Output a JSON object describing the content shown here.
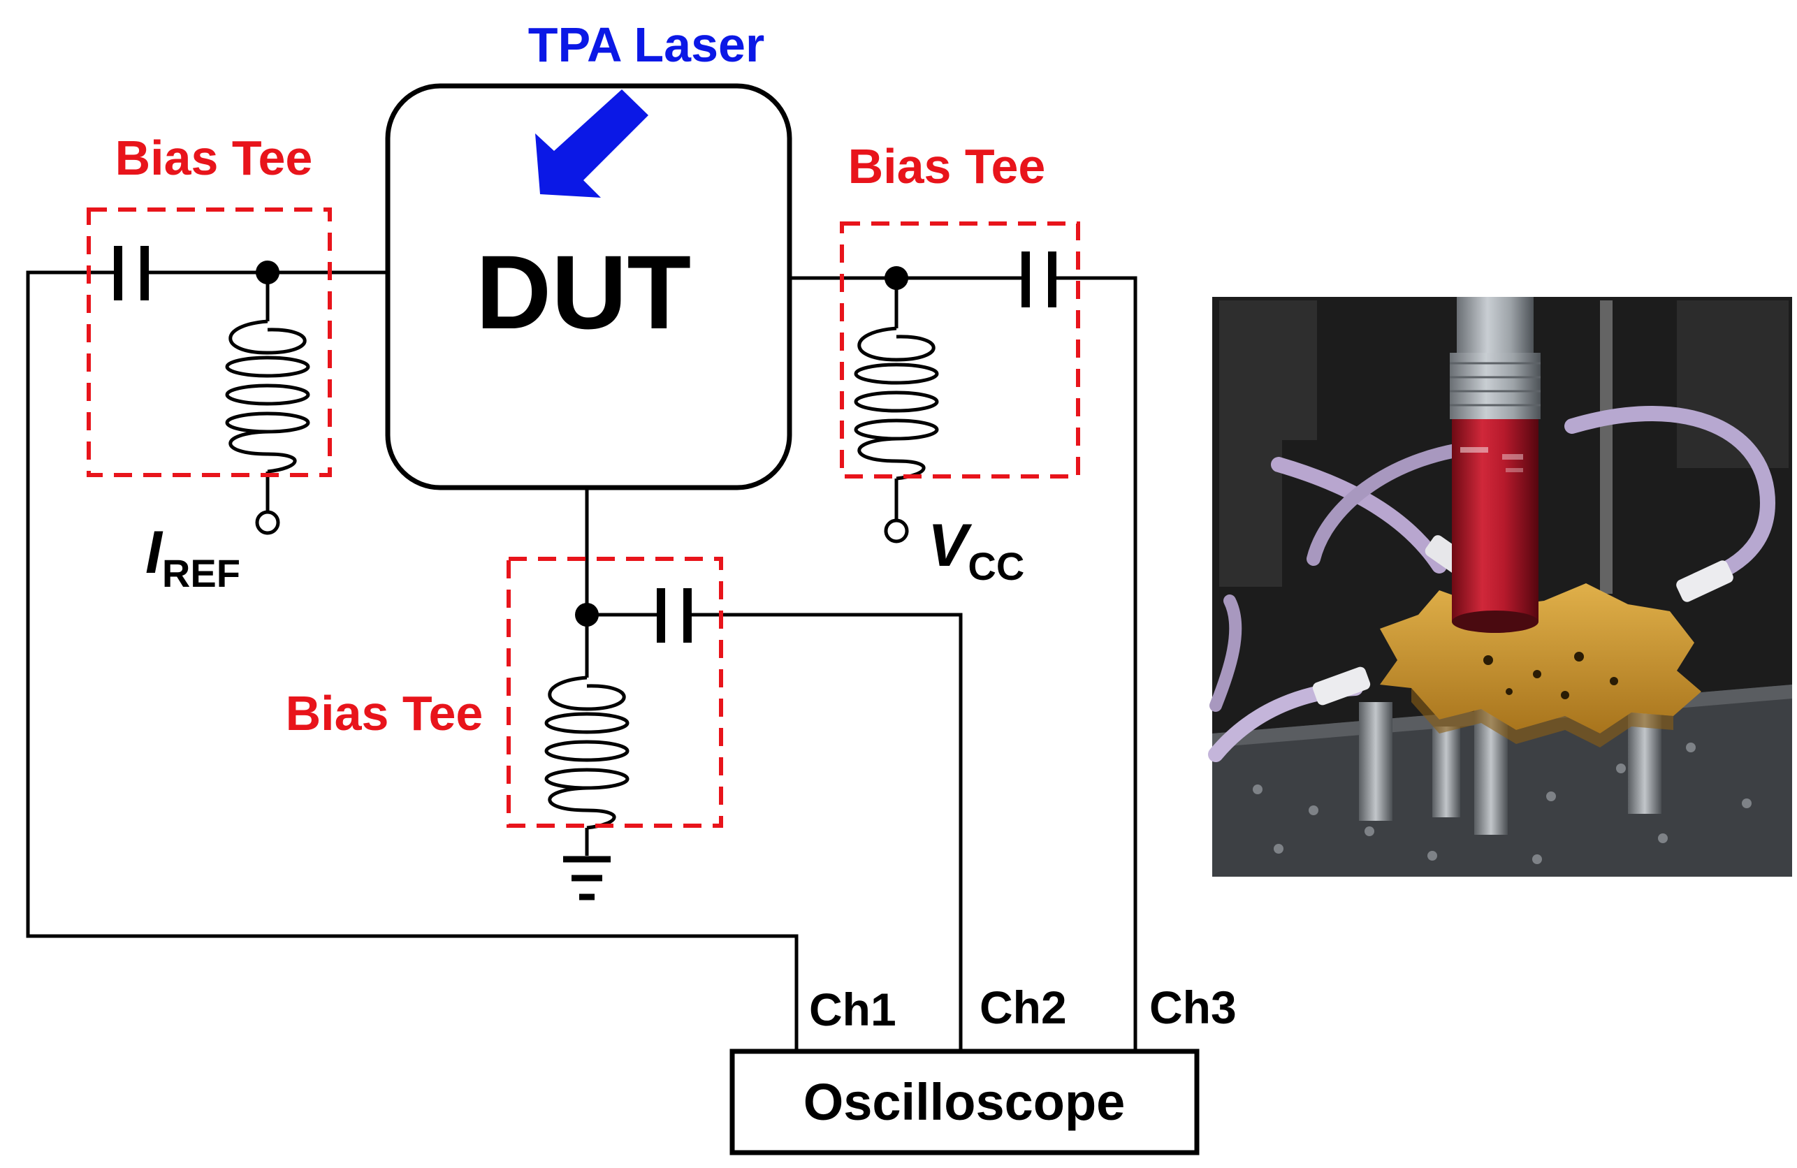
{
  "laser_label": "TPA Laser",
  "dut_label": "DUT",
  "bias_tee_label": "Bias Tee",
  "iref": {
    "symbol": "I",
    "subscript": "REF"
  },
  "vcc": {
    "symbol": "V",
    "subscript": "CC"
  },
  "channels": [
    "Ch1",
    "Ch2",
    "Ch3"
  ],
  "oscilloscope_label": "Oscilloscope",
  "colors": {
    "bias_tee": "#e8141b",
    "laser": "#0b18e6",
    "wire": "#000000"
  }
}
